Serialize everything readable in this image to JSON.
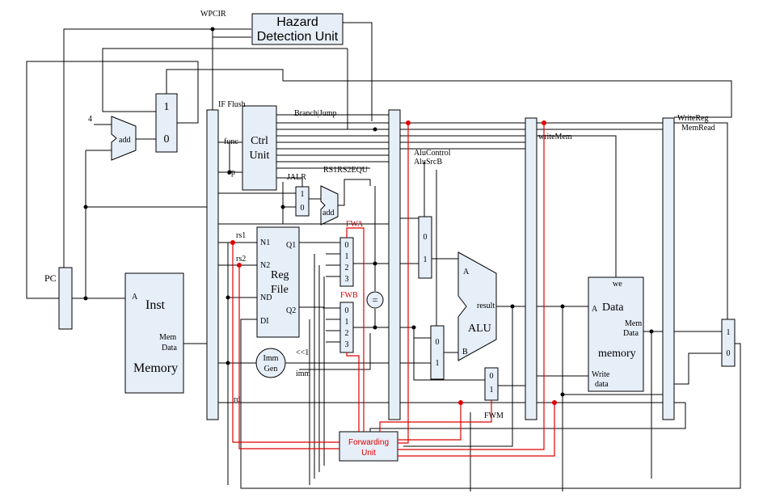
{
  "blocks": {
    "hazard": [
      "Hazard",
      "Detection Unit"
    ],
    "ctrl": [
      "Ctrl",
      "Unit"
    ],
    "reg": [
      "Reg",
      "File"
    ],
    "inst": [
      "Inst",
      "Memory"
    ],
    "alu": "ALU",
    "data_mem": [
      "Data",
      "memory"
    ],
    "imm_gen": [
      "Imm",
      "Gen"
    ],
    "forwarding": [
      "Forwarding",
      "Unit"
    ],
    "add": "add",
    "equal": "="
  },
  "labels": {
    "wpcir": "WPCIR",
    "if_flush": "IF Flush",
    "branch_jump": "Branch|Jump",
    "func": "func",
    "op": "op",
    "jalr": "JALR",
    "rs1rs2equ": "RS1RS2EQU",
    "alucontrol": "AluControl",
    "alusrcb": "AluSrcB",
    "writemem": "writeMem",
    "writereg": "WriteReg",
    "memread": "MemRead",
    "four": "4",
    "pc": "PC",
    "rs1": "rs1",
    "rs2": "rs2",
    "rd": "rd",
    "n1": "N1",
    "n2": "N2",
    "nd": "ND",
    "di": "DI",
    "q1": "Q1",
    "q2": "Q2",
    "a": "A",
    "b": "B",
    "result": "result",
    "we": "we",
    "mem_data": "Mem Data",
    "inst_a": "A",
    "inst_mem_data": [
      "Mem",
      "Data"
    ],
    "dm_a": "A",
    "dm_mem_data": [
      "Mem",
      "Data"
    ],
    "write_data": [
      "Write",
      "data"
    ],
    "imm": "imm",
    "shl1": "<<1",
    "fwa": "FWA",
    "fwb": "FWB",
    "fwm": "FWM"
  },
  "mux": {
    "one": "1",
    "zero": "0",
    "two": "2",
    "three": "3"
  }
}
